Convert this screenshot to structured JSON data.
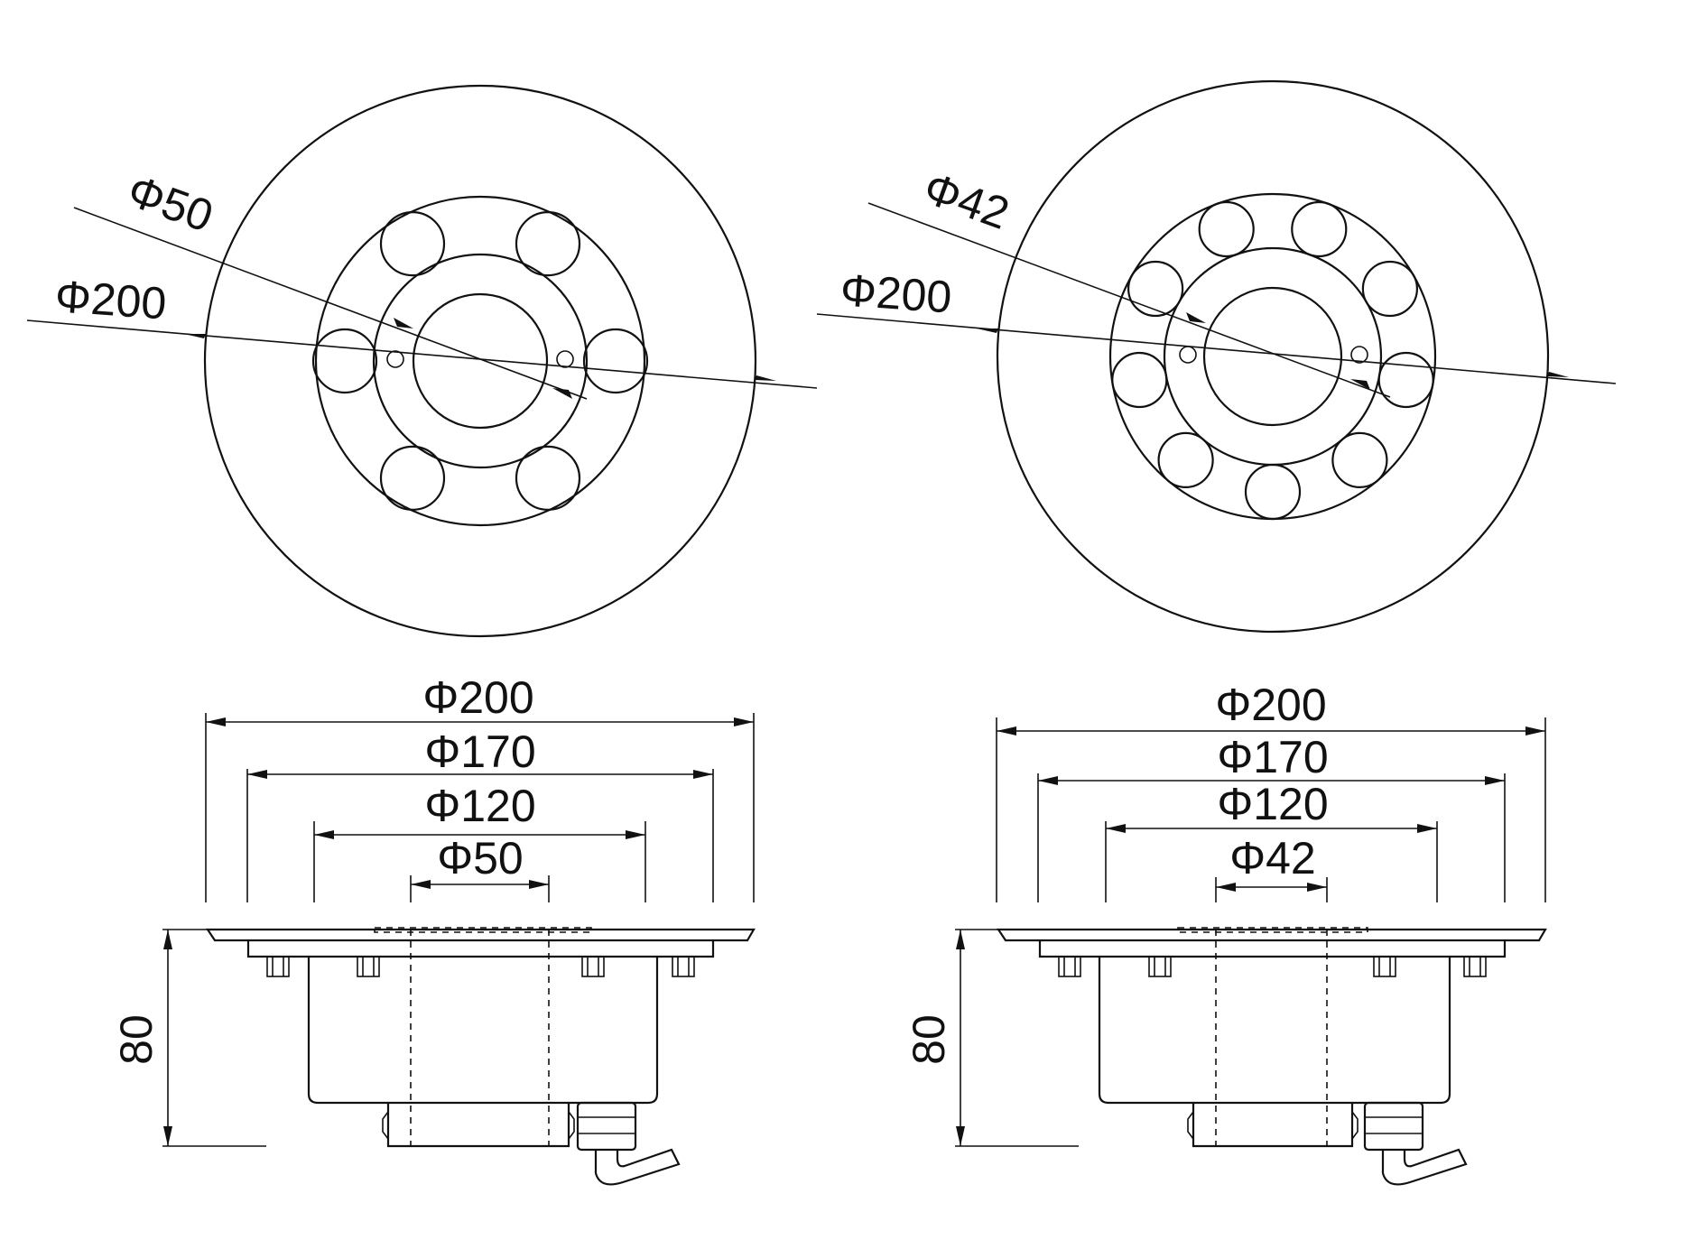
{
  "drawing_left": {
    "top_view": {
      "led_diameter_label": "Φ50",
      "outer_diameter_label": "Φ200",
      "led_count": 6
    },
    "side_view": {
      "dim_200_label": "Φ200",
      "dim_170_label": "Φ170",
      "dim_120_label": "Φ120",
      "dim_50_label": "Φ50",
      "height_label": "80"
    }
  },
  "drawing_right": {
    "top_view": {
      "led_diameter_label": "Φ42",
      "outer_diameter_label": "Φ200",
      "led_count": 9
    },
    "side_view": {
      "dim_200_label": "Φ200",
      "dim_170_label": "Φ170",
      "dim_120_label": "Φ120",
      "dim_42_label": "Φ42",
      "height_label": "80"
    }
  },
  "colors": {
    "line": "#111111",
    "background": "#ffffff"
  }
}
